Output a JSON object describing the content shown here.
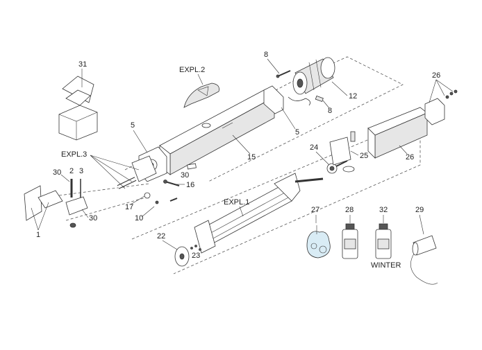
{
  "labels": {
    "expl2": "EXPL.2",
    "expl3": "EXPL.3",
    "expl1": "EXPL.1",
    "p31": "31",
    "p8a": "8",
    "p8b": "8",
    "p12": "12",
    "p5a": "5",
    "p5b": "5",
    "p15": "15",
    "p26a": "26",
    "p26b": "26",
    "p24": "24",
    "p25": "25",
    "p2": "2",
    "p3": "3",
    "p30a": "30",
    "p30b": "30",
    "p30c": "30",
    "p16": "16",
    "p17": "17",
    "p10": "10",
    "p1": "1",
    "p22": "22",
    "p23": "23",
    "p27": "27",
    "p28": "28",
    "p32": "32",
    "p29": "29",
    "winter": "WINTER"
  }
}
